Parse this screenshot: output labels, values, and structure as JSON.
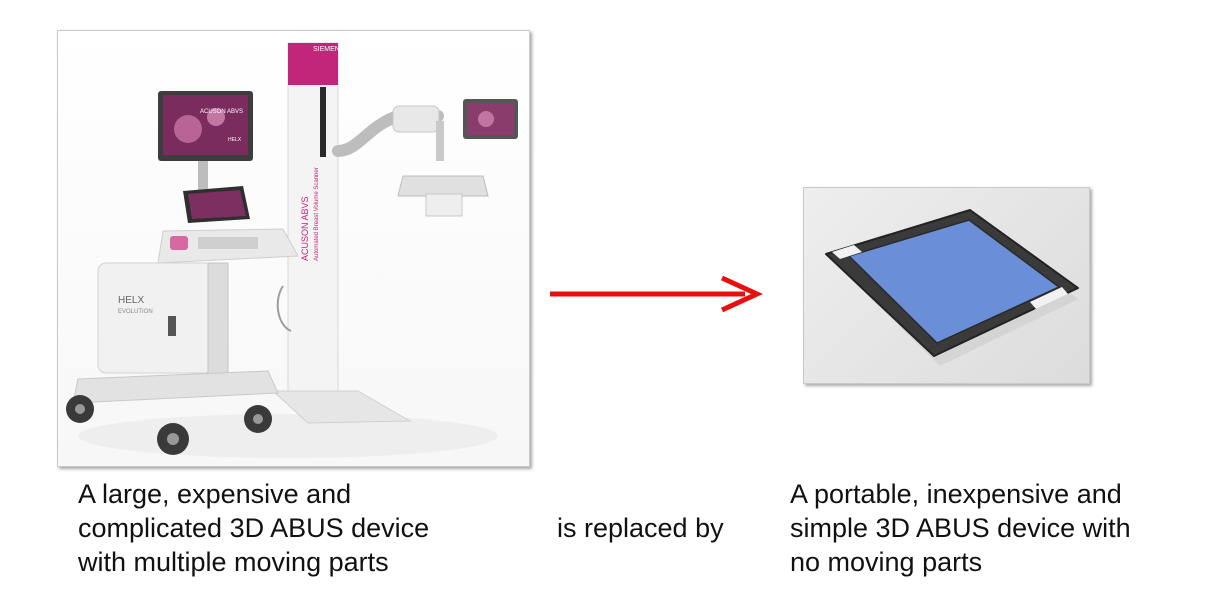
{
  "left_device": {
    "caption_lines": [
      "A large, expensive and",
      "complicated 3D ABUS device",
      "with multiple moving parts"
    ],
    "column_label_1": "ACUSON ABVS",
    "column_label_2": "Automated Breast Volume Scanner",
    "brand": "SIEMENS",
    "cart_label_1": "HELX",
    "cart_label_2": "EVOLUTION",
    "screen_label_1": "ACUSON ABVS",
    "screen_label_2": "HELX"
  },
  "transition": {
    "label": "is replaced by",
    "arrow_color": "#e8100e"
  },
  "right_device": {
    "caption_lines": [
      "A portable, inexpensive and",
      "simple 3D ABUS device with",
      "no moving parts"
    ],
    "frame_color": "#3a3a3a",
    "panel_color": "#6a8fd8"
  },
  "colors": {
    "accent_magenta": "#c2267a"
  }
}
